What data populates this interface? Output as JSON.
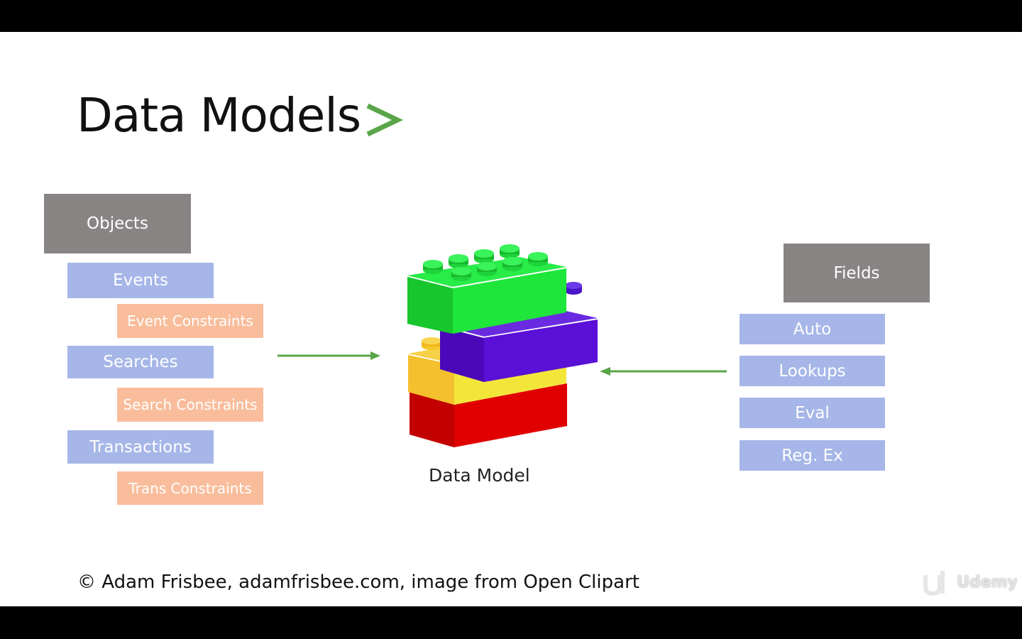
{
  "title": {
    "text": "Data Models"
  },
  "left_column": {
    "header": "Objects",
    "groups": [
      {
        "item": "Events",
        "constraint": "Event Constraints"
      },
      {
        "item": "Searches",
        "constraint": "Search Constraints"
      },
      {
        "item": "Transactions",
        "constraint": "Trans Constraints"
      }
    ]
  },
  "center": {
    "caption": "Data Model",
    "image": "lego-bricks-stack"
  },
  "right_column": {
    "header": "Fields",
    "items": [
      "Auto",
      "Lookups",
      "Eval",
      "Reg. Ex"
    ]
  },
  "footer": {
    "credit": "© Adam Frisbee, adamfrisbee.com, image from Open Clipart"
  },
  "watermark": {
    "text": "Udemy"
  },
  "colors": {
    "header_box": "#898484",
    "blue_box": "#a6b6e8",
    "peach_box": "#f9bd9c",
    "arrow": "#5aa548",
    "chevron": "#5aa548"
  }
}
